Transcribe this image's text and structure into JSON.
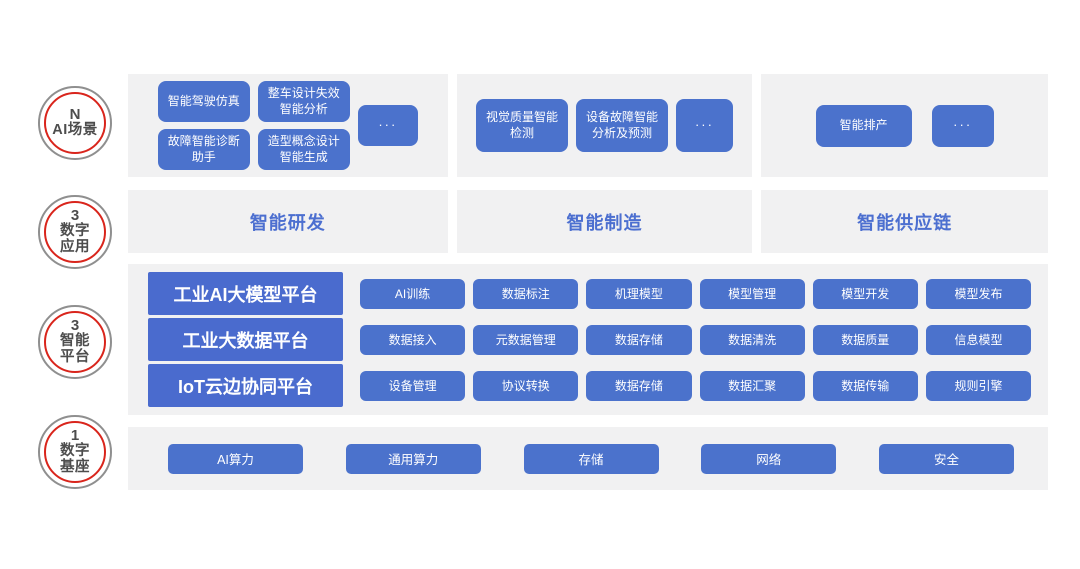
{
  "colors": {
    "button_blue": "#4b72cc",
    "label_blue": "#4a6bce",
    "title_blue": "#4c6fd0",
    "panel_gray": "#f1f1f2",
    "badge_ring_red": "#d9251c",
    "badge_ring_gray": "#8f8f8f",
    "badge_text": "#4d4d4d"
  },
  "badges": [
    {
      "num": "N",
      "line2": "AI场景",
      "line3": ""
    },
    {
      "num": "3",
      "line2": "数字",
      "line3": "应用"
    },
    {
      "num": "3",
      "line2": "智能",
      "line3": "平台"
    },
    {
      "num": "1",
      "line2": "数字",
      "line3": "基座"
    }
  ],
  "scenarios": {
    "rd": {
      "btn1": "智能驾驶仿真",
      "btn2": "整车设计失效\n智能分析",
      "btn3": "故障智能诊断\n助手",
      "btn4": "造型概念设计\n智能生成",
      "more": "···"
    },
    "mfg": {
      "btn1": "视觉质量智能\n检测",
      "btn2": "设备故障智能\n分析及预测",
      "more": "···"
    },
    "supply": {
      "btn1": "智能排产",
      "more": "···"
    }
  },
  "applications": {
    "rd": "智能研发",
    "mfg": "智能制造",
    "supply": "智能供应链"
  },
  "platforms": {
    "rows": [
      {
        "label": "工业AI大模型平台",
        "buttons": [
          "AI训练",
          "数据标注",
          "机理模型",
          "模型管理",
          "模型开发",
          "模型发布"
        ]
      },
      {
        "label": "工业大数据平台",
        "buttons": [
          "数据接入",
          "元数据管理",
          "数据存储",
          "数据清洗",
          "数据质量",
          "信息模型"
        ]
      },
      {
        "label": "IoT云边协同平台",
        "buttons": [
          "设备管理",
          "协议转换",
          "数据存储",
          "数据汇聚",
          "数据传输",
          "规则引擎"
        ]
      }
    ]
  },
  "foundation": {
    "buttons": [
      "AI算力",
      "通用算力",
      "存储",
      "网络",
      "安全"
    ]
  }
}
